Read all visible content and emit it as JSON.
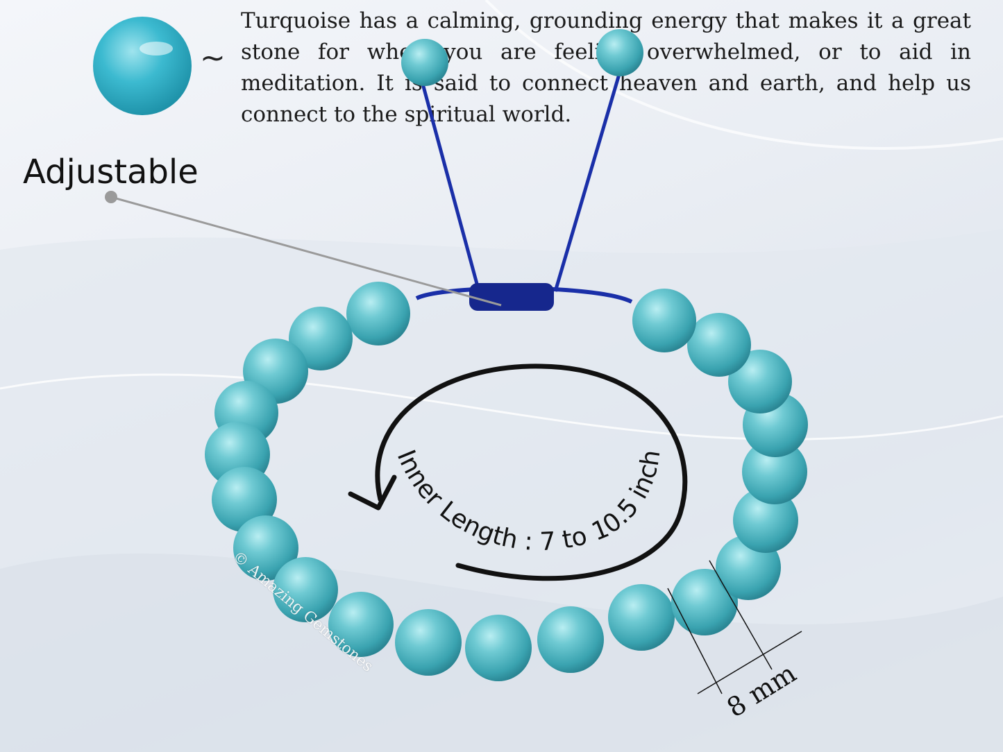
{
  "product": {
    "description": "Turquoise has a calming, grounding energy that makes it a great stone for when you are feeling overwhelmed, or to aid in meditation. It is said to connect heaven and earth, and help us connect to the spiritual world.",
    "tilde": "~",
    "adjustable_label": "Adjustable",
    "inner_length_label": "Inner Length : 7 to 10.5 inch",
    "bead_size_label": "8 mm",
    "watermark": "© Amazing Gemstones"
  },
  "colors": {
    "turquoise": "#5fc0cc",
    "cord": "#1a2fa8",
    "text": "#1a1a1a"
  }
}
